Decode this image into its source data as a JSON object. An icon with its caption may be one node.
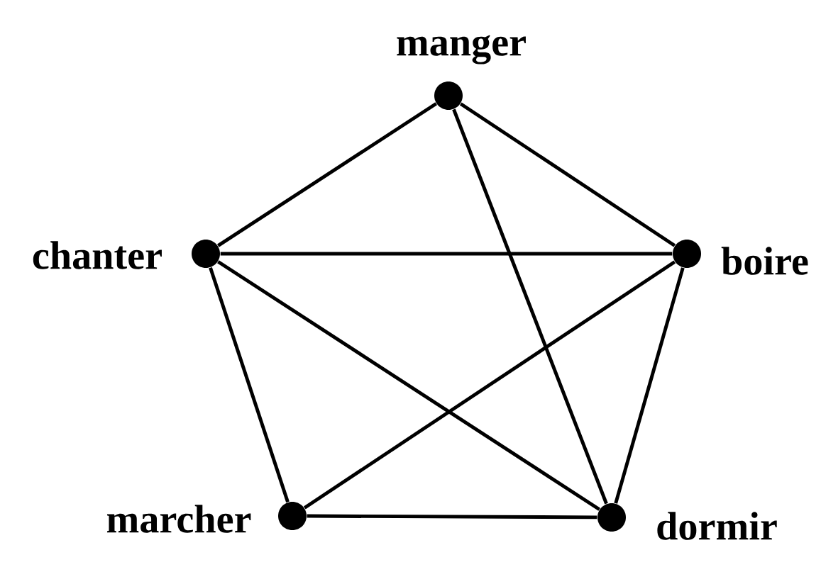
{
  "diagram": {
    "nodes": [
      {
        "text": [],
        "shape": "circle",
        "beside": [
          "manger"
        ]
      },
      {
        "text": [],
        "shape": "circle",
        "beside": [
          "chanter"
        ]
      },
      {
        "text": [],
        "shape": "circle",
        "beside": [
          "boire"
        ]
      },
      {
        "text": [],
        "shape": "circle",
        "beside": [
          "marcher"
        ]
      },
      {
        "text": [],
        "shape": "circle",
        "beside": [
          "dormir"
        ]
      }
    ],
    "edges": [
      {
        "from": 0,
        "to": 1,
        "arrow": "none"
      },
      {
        "from": 0,
        "to": 2,
        "arrow": "none"
      },
      {
        "from": 0,
        "to": 4,
        "arrow": "none"
      },
      {
        "from": 1,
        "to": 2,
        "arrow": "none"
      },
      {
        "from": 1,
        "to": 3,
        "arrow": "none"
      },
      {
        "from": 1,
        "to": 4,
        "arrow": "none"
      },
      {
        "from": 2,
        "to": 3,
        "arrow": "none"
      },
      {
        "from": 2,
        "to": 4,
        "arrow": "none"
      },
      {
        "from": 3,
        "to": 4,
        "arrow": "none"
      }
    ]
  }
}
